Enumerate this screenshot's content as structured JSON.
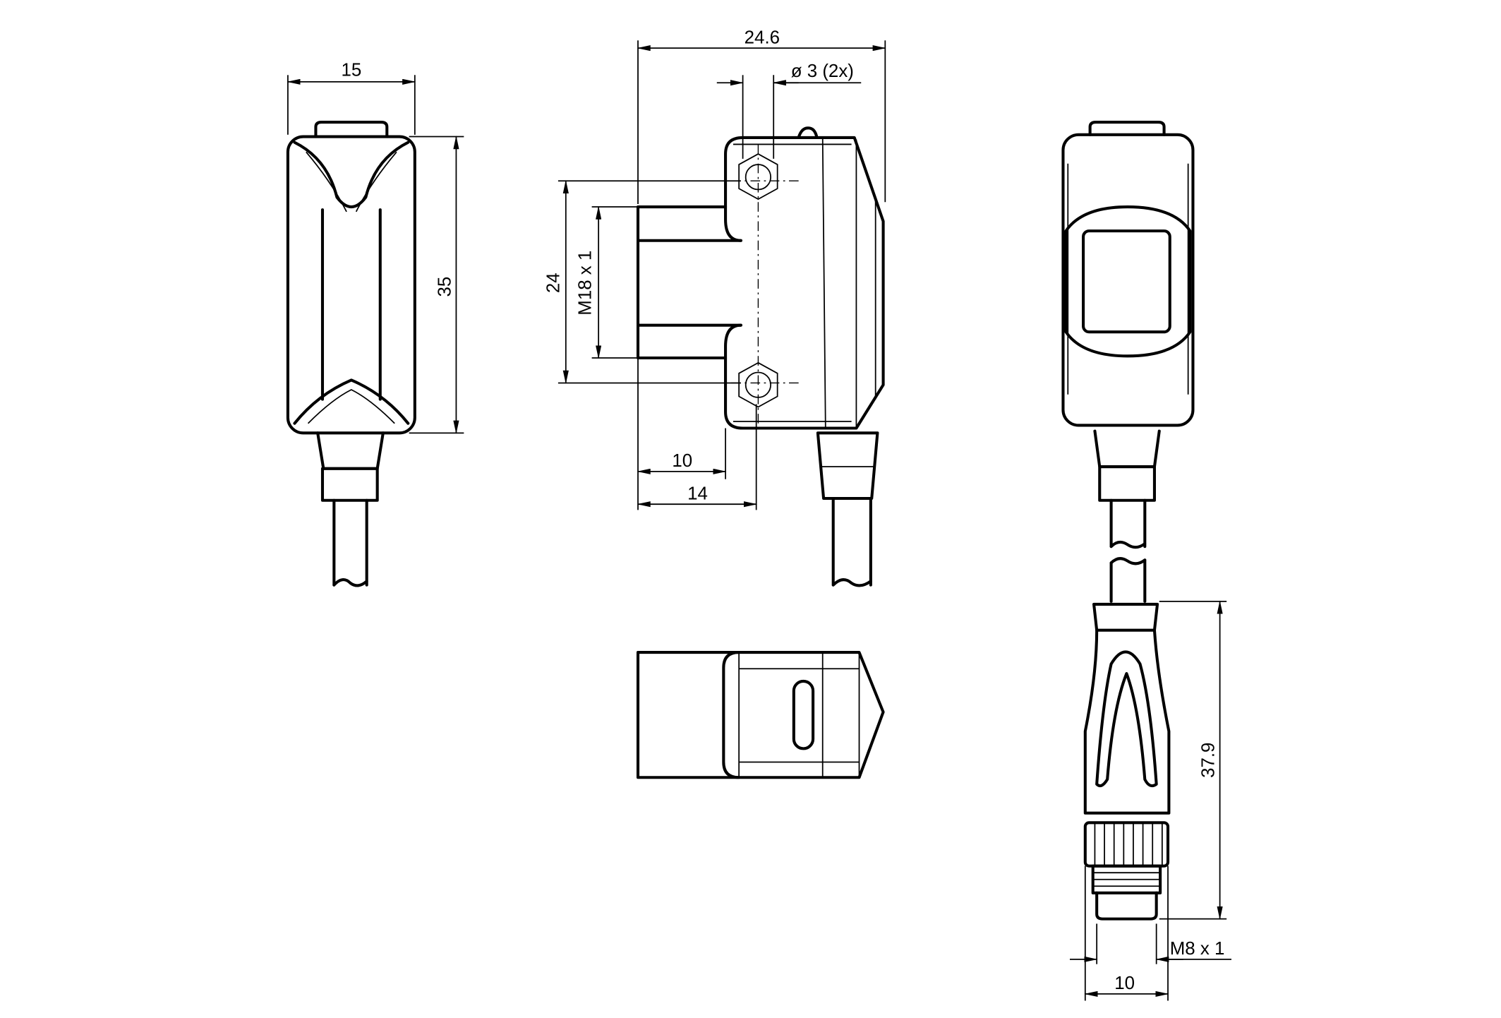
{
  "title": "Sensor dimensional drawing",
  "dimensions": {
    "width_front": "15",
    "height_front": "35",
    "total_length": "24.6",
    "hole_diameter": "ø 3 (2x)",
    "hole_spacing": "24",
    "thread": "M18 x 1",
    "depth_10": "10",
    "depth_14": "14",
    "connector_length": "37.9",
    "connector_thread": "M8 x 1",
    "connector_width": "10"
  }
}
